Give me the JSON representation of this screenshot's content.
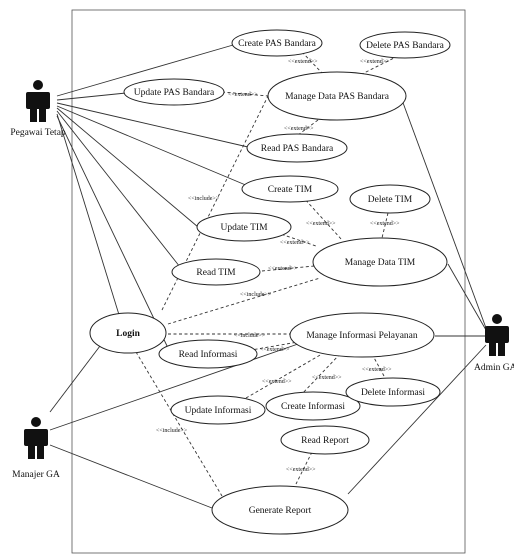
{
  "actors": {
    "pegawai_tetap": "Pegawai Tetap",
    "manajer_ga": "Manajer GA",
    "admin_ga": "Admin GA"
  },
  "use_cases": {
    "create_pas": "Create PAS Bandara",
    "delete_pas": "Delete PAS Bandara",
    "update_pas": "Update PAS Bandara",
    "manage_pas": "Manage Data PAS Bandara",
    "read_pas": "Read PAS Bandara",
    "create_tim": "Create TIM",
    "delete_tim": "Delete TIM",
    "update_tim": "Update TIM",
    "manage_tim": "Manage Data TIM",
    "read_tim": "Read TIM",
    "login": "Login",
    "manage_info": "Manage Informasi Pelayanan",
    "read_info": "Read Informasi",
    "update_info": "Update Informasi",
    "create_info": "Create Informasi",
    "delete_info": "Delete Informasi",
    "read_report": "Read Report",
    "generate_report": "Generate Report"
  },
  "stereotypes": {
    "extend": "<<extend>>",
    "include": "<<include>>"
  }
}
